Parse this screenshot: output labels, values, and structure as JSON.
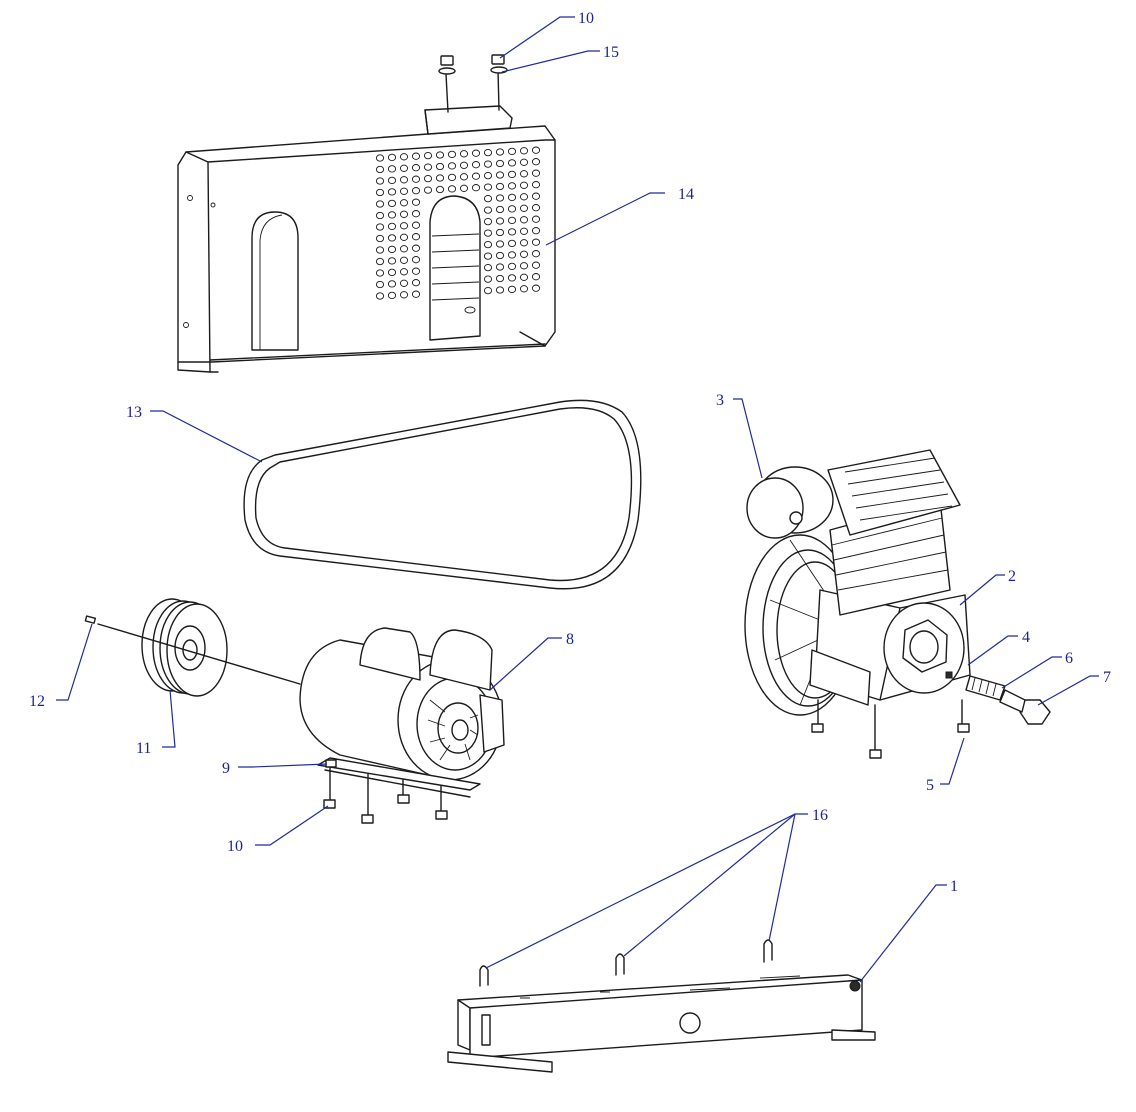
{
  "callouts": [
    {
      "id": "c10a",
      "label": "10"
    },
    {
      "id": "c15",
      "label": "15"
    },
    {
      "id": "c14",
      "label": "14"
    },
    {
      "id": "c13",
      "label": "13"
    },
    {
      "id": "c3",
      "label": "3"
    },
    {
      "id": "c2",
      "label": "2"
    },
    {
      "id": "c4",
      "label": "4"
    },
    {
      "id": "c6",
      "label": "6"
    },
    {
      "id": "c7",
      "label": "7"
    },
    {
      "id": "c5",
      "label": "5"
    },
    {
      "id": "c8",
      "label": "8"
    },
    {
      "id": "c12",
      "label": "12"
    },
    {
      "id": "c11",
      "label": "11"
    },
    {
      "id": "c9",
      "label": "9"
    },
    {
      "id": "c10b",
      "label": "10"
    },
    {
      "id": "c16",
      "label": "16"
    },
    {
      "id": "c1",
      "label": "1"
    }
  ],
  "colors": {
    "leader": "#1f2a9c",
    "label": "#1a2496",
    "line": "#1b1b1b"
  }
}
